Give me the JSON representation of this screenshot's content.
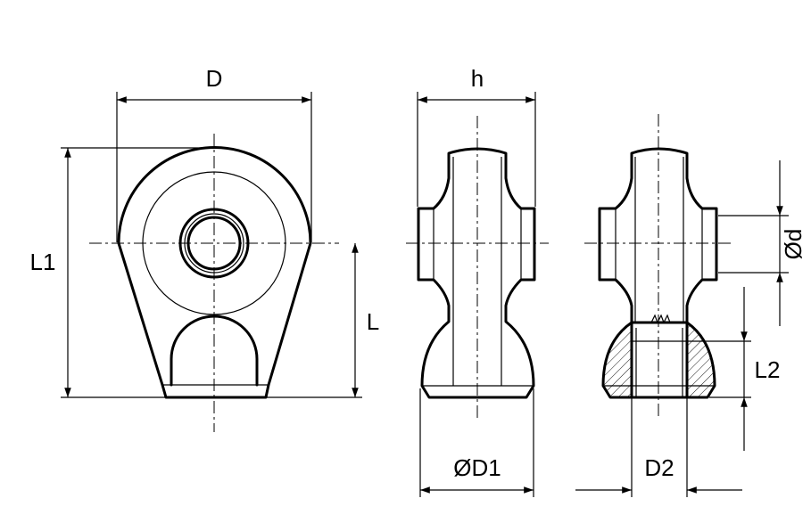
{
  "labels": {
    "D": "D",
    "h": "h",
    "L1": "L1",
    "L": "L",
    "d": "Ød",
    "D1": "ØD1",
    "D2": "D2",
    "L2": "L2"
  }
}
